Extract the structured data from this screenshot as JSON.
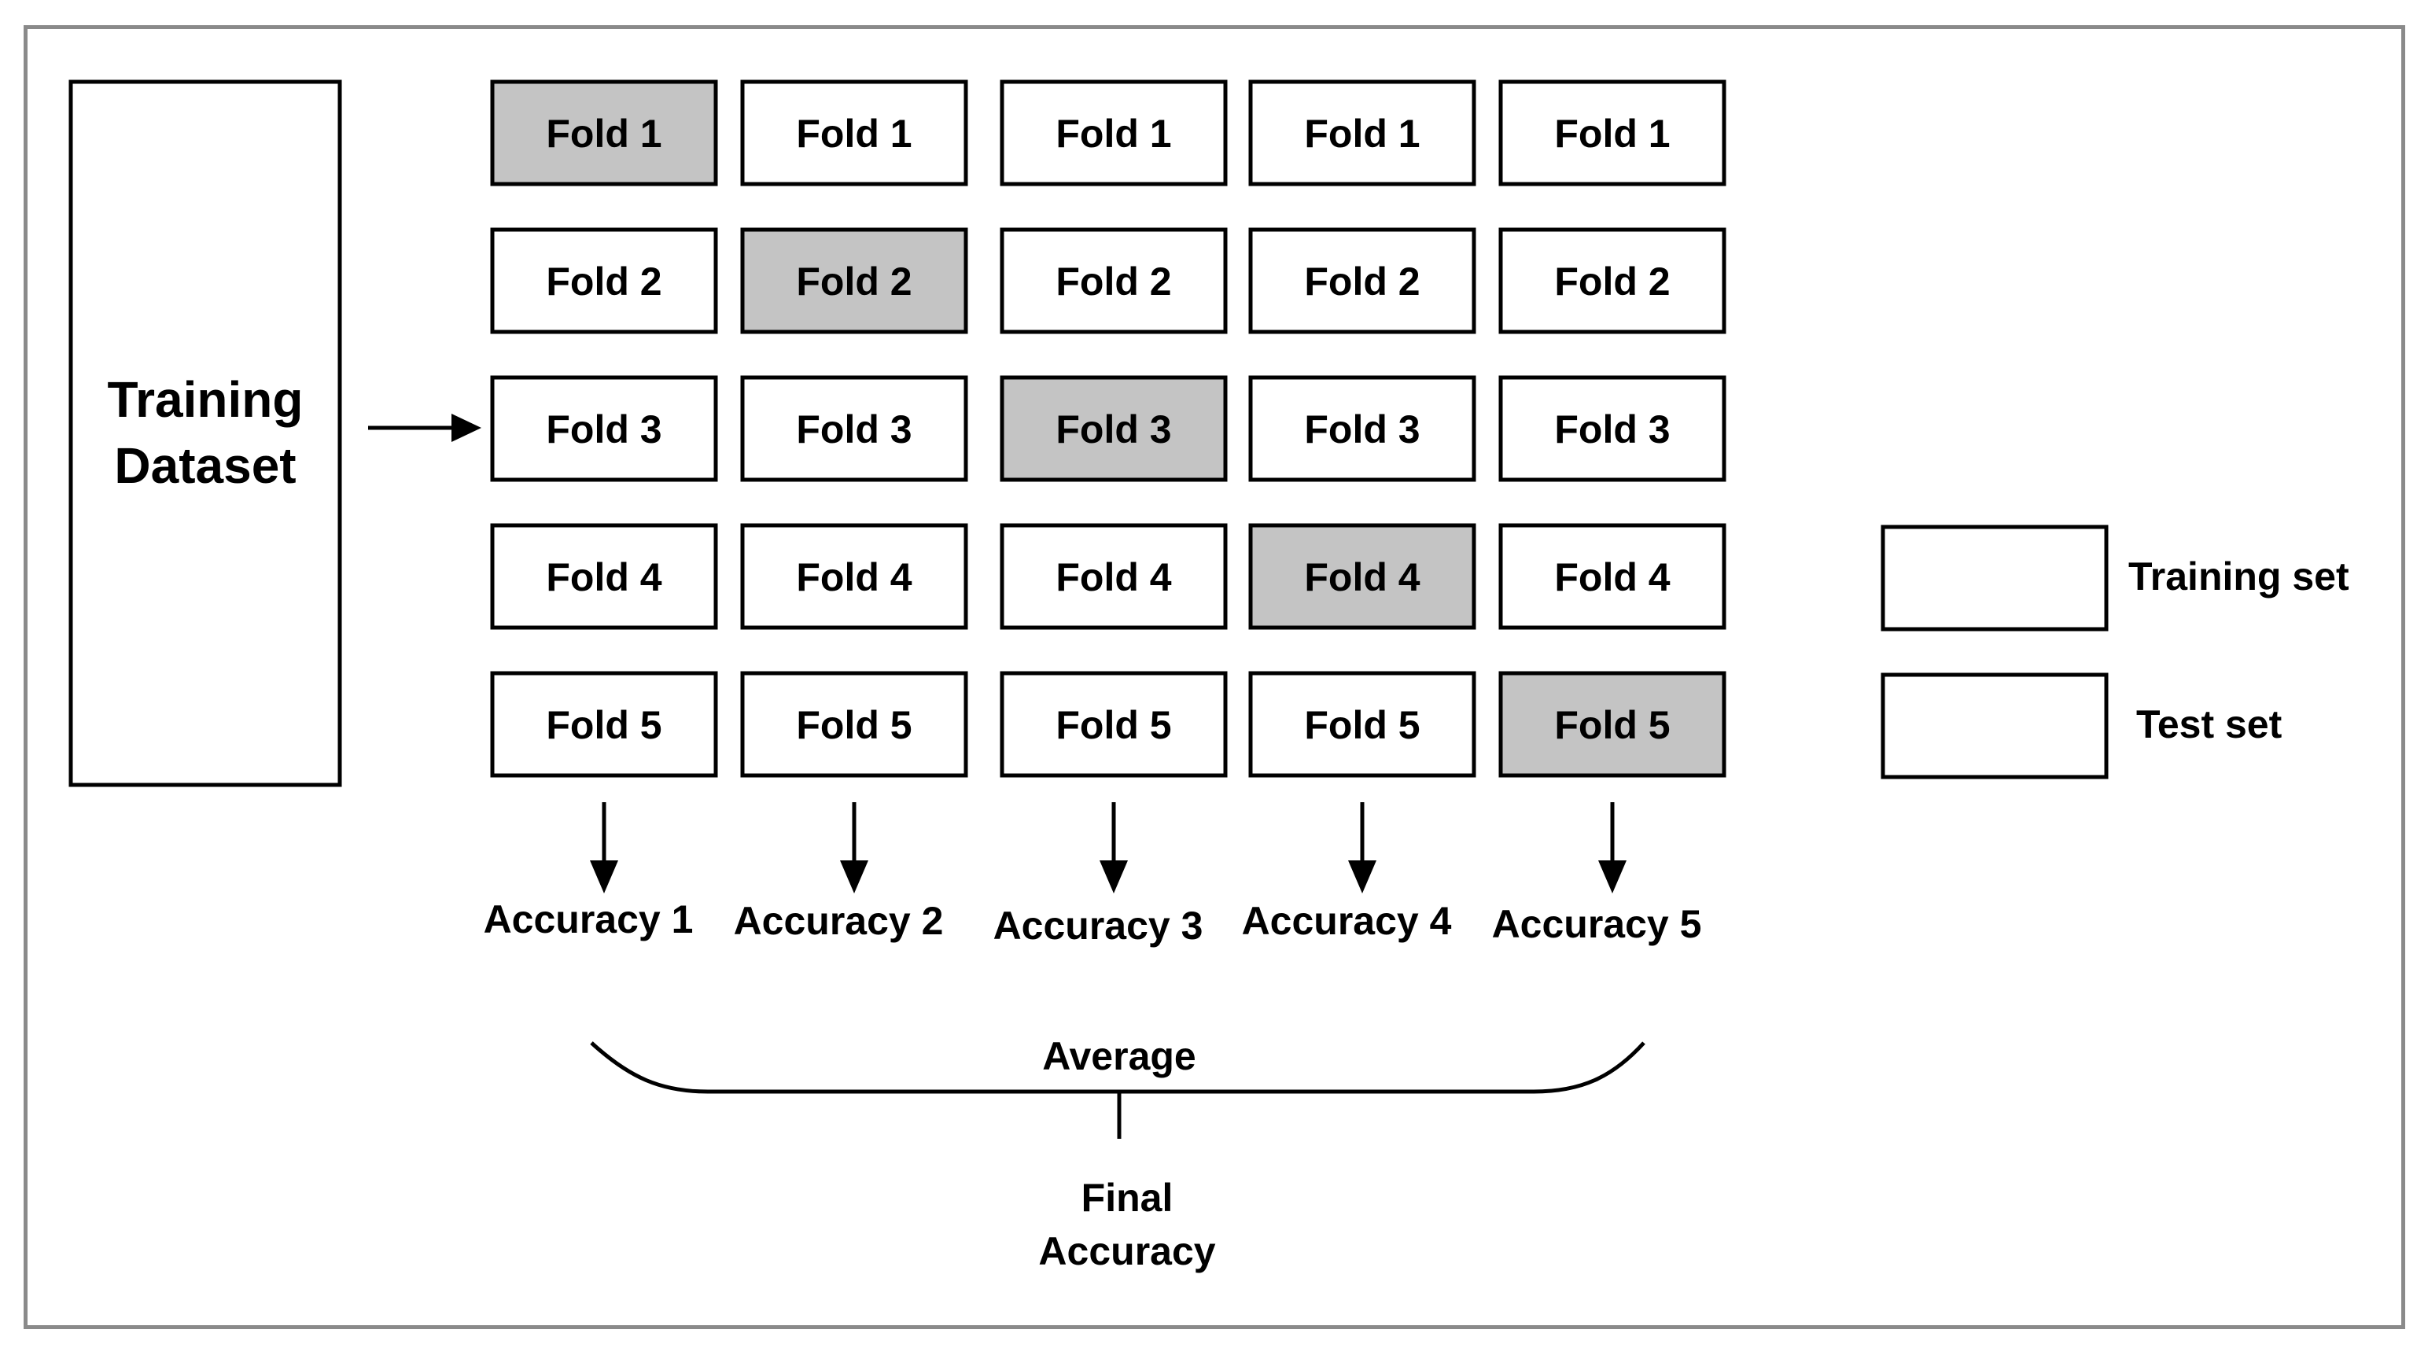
{
  "training_dataset": {
    "line1": "Training",
    "line2": "Dataset"
  },
  "iterations": [
    {
      "folds": [
        "Fold 1",
        "Fold 2",
        "Fold 3",
        "Fold 4",
        "Fold 5"
      ],
      "test_fold": 1,
      "accuracy": "Accuracy 1"
    },
    {
      "folds": [
        "Fold 1",
        "Fold 2",
        "Fold 3",
        "Fold 4",
        "Fold 5"
      ],
      "test_fold": 2,
      "accuracy": "Accuracy 2"
    },
    {
      "folds": [
        "Fold 1",
        "Fold 2",
        "Fold 3",
        "Fold 4",
        "Fold 5"
      ],
      "test_fold": 3,
      "accuracy": "Accuracy 3"
    },
    {
      "folds": [
        "Fold 1",
        "Fold 2",
        "Fold 3",
        "Fold 4",
        "Fold 5"
      ],
      "test_fold": 4,
      "accuracy": "Accuracy 4"
    },
    {
      "folds": [
        "Fold 1",
        "Fold 2",
        "Fold 3",
        "Fold 4",
        "Fold 5"
      ],
      "test_fold": 5,
      "accuracy": "Accuracy 5"
    }
  ],
  "average_label": "Average",
  "final": {
    "line1": "Final",
    "line2": "Accuracy"
  },
  "legend": {
    "training": {
      "label": "Training set",
      "color": "#ffffff"
    },
    "test": {
      "label": "Test set",
      "color": "#c4c4c4"
    }
  }
}
